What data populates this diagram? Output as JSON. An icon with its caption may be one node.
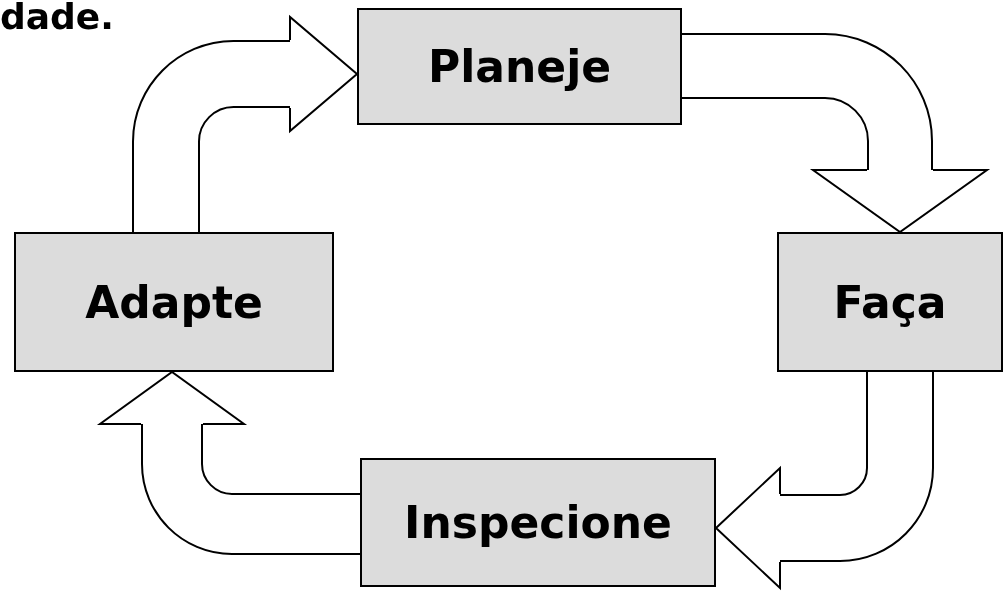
{
  "diagram": {
    "nodes": [
      {
        "text": [
          "Planeje"
        ]
      },
      {
        "text": [
          "Faça"
        ]
      },
      {
        "text": [
          "Inspecione"
        ]
      },
      {
        "text": [
          "Adapte"
        ]
      }
    ],
    "edges": [
      {
        "from": 0,
        "to": 1,
        "arrow": "to"
      },
      {
        "from": 1,
        "to": 2,
        "arrow": "to"
      },
      {
        "from": 2,
        "to": 3,
        "arrow": "to"
      },
      {
        "from": 3,
        "to": 0,
        "arrow": "to"
      }
    ],
    "labels": [
      "dade."
    ]
  }
}
